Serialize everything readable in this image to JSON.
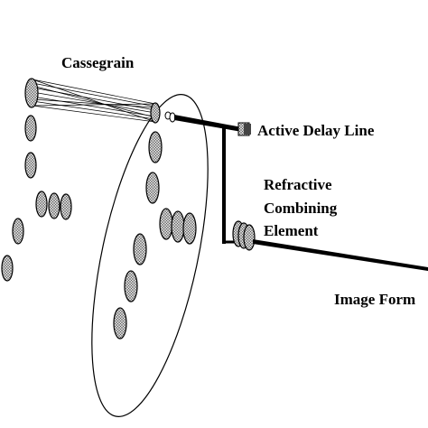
{
  "labels": {
    "cassegrain": "Cassegrain",
    "delay_line": "Active Delay Line",
    "combiner_1": "Refractive",
    "combiner_2": "Combining",
    "combiner_3": "Element",
    "image": "Image Form"
  },
  "colors": {
    "ink": "#000000",
    "disc_face": "#cfcfcf",
    "disc_edge": "#555555",
    "background": "#ffffff"
  }
}
